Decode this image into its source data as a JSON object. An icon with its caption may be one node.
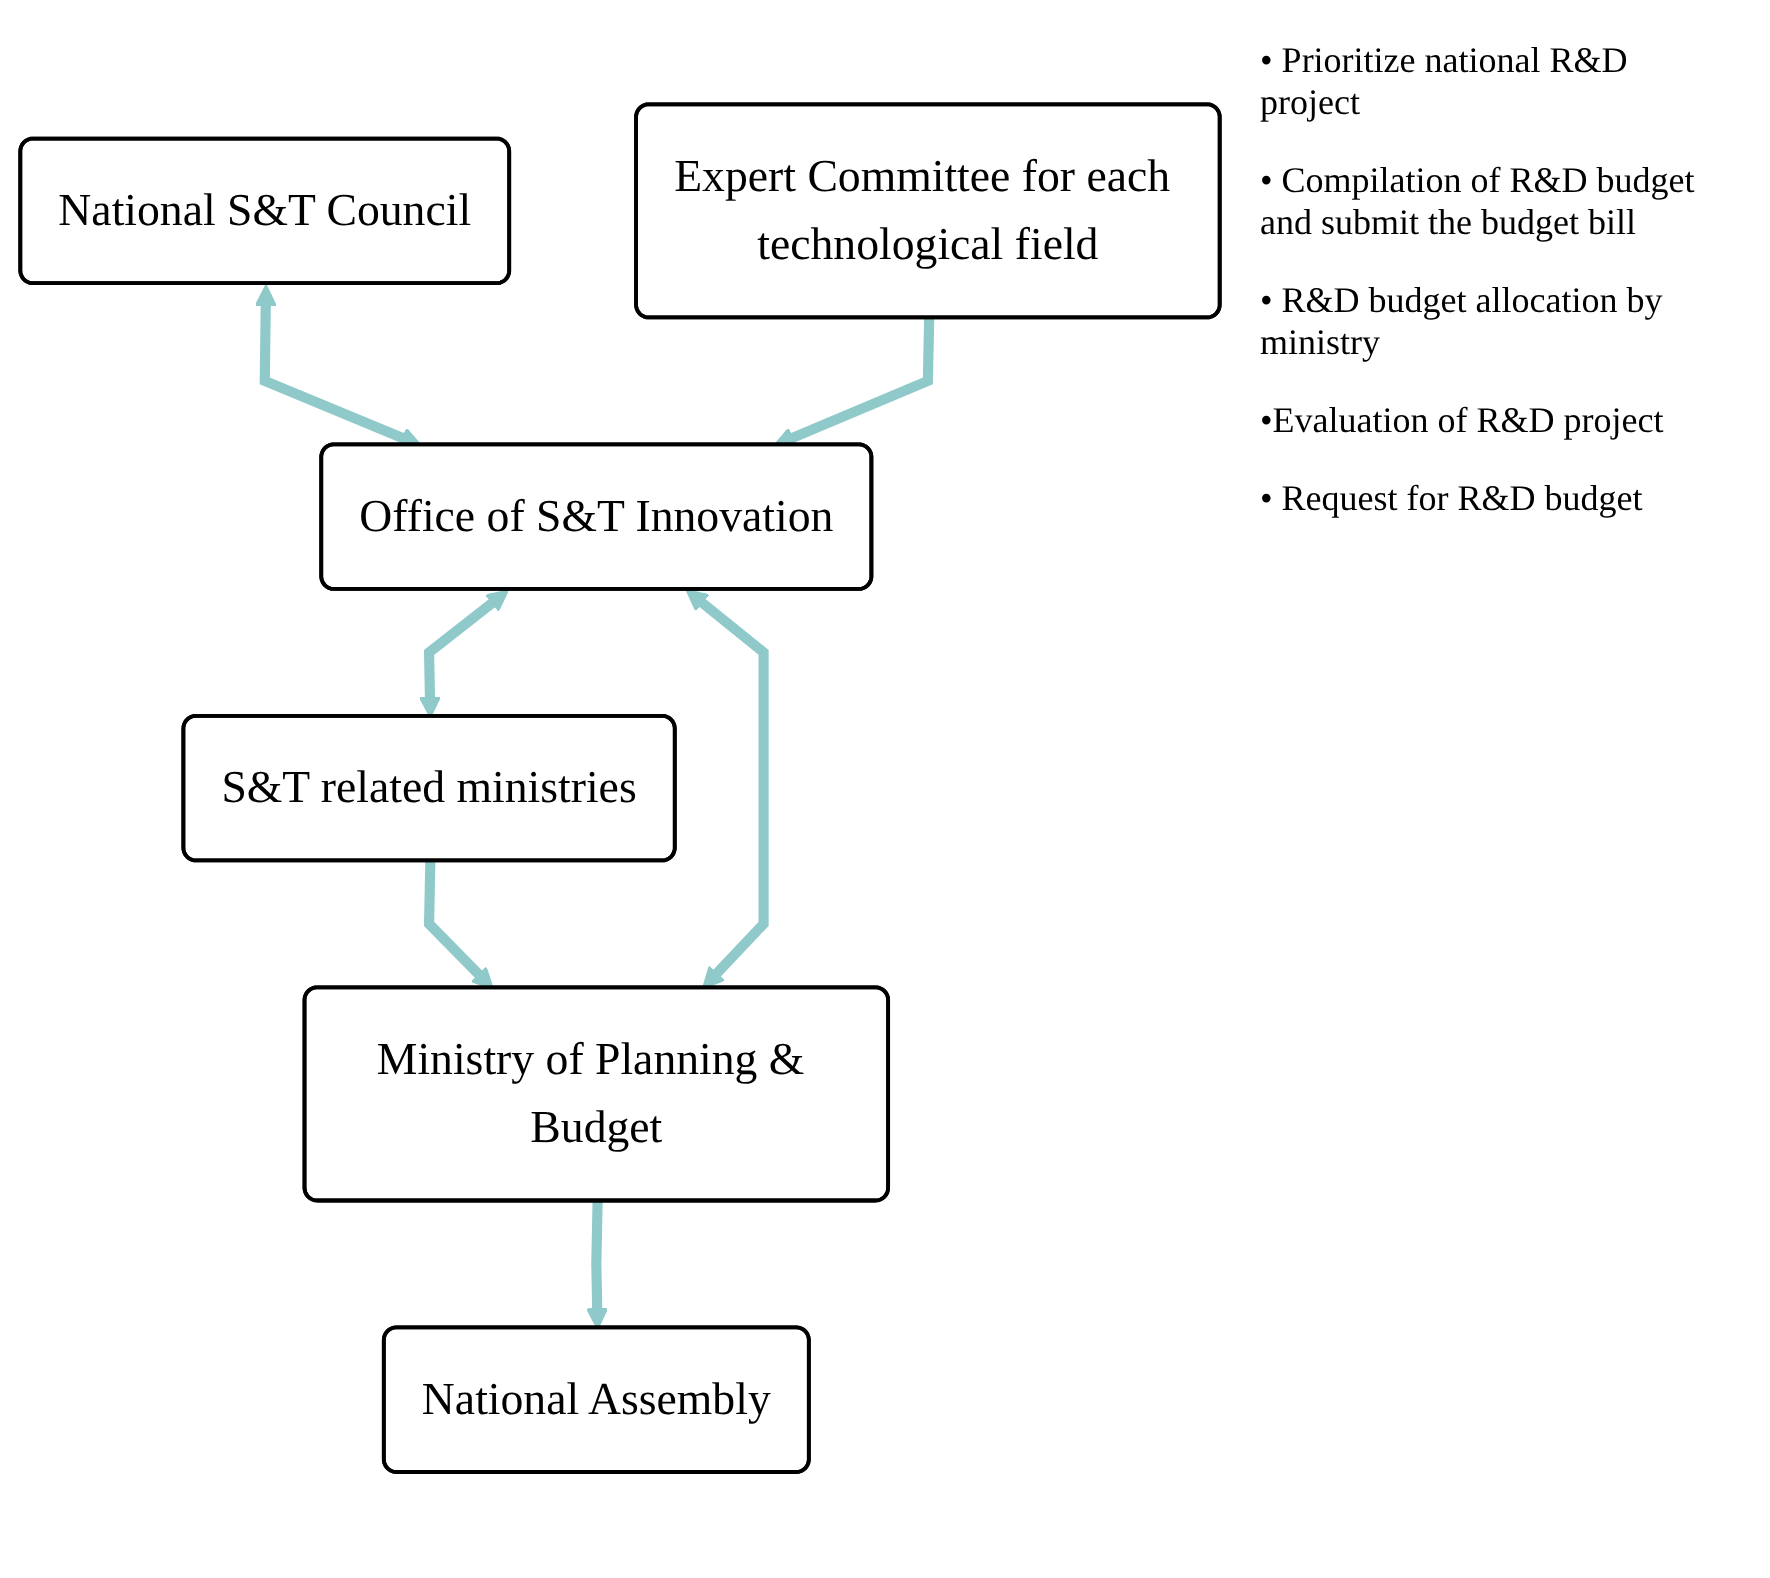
{
  "diagram": {
    "nodes": [
      {
        "text": [
          "National S&T Council"
        ]
      },
      {
        "text": [
          "Ministry of Planning & Budget"
        ]
      },
      {
        "text": [
          "Office of S&T Innovation"
        ]
      },
      {
        "text": [
          "Expert Committee for each technological field"
        ]
      },
      {
        "text": [
          "National Assembly"
        ]
      },
      {
        "text": [
          "S&T related ministries"
        ]
      }
    ],
    "edges": [
      {
        "from": 0,
        "to": 2,
        "arrow": "both"
      },
      {
        "from": 1,
        "to": 2,
        "arrow": "both"
      },
      {
        "from": 3,
        "to": 2,
        "arrow": "to"
      },
      {
        "from": 1,
        "to": 4,
        "arrow": "to"
      },
      {
        "from": 5,
        "to": 1,
        "arrow": "to"
      },
      {
        "from": 2,
        "to": 5,
        "arrow": "both"
      }
    ],
    "labels": [
      "• Prioritize national R&D project",
      "• Compilation of R&D budget and submit the budget bill",
      "• R&D budget allocation by ministry",
      "•Evaluation of R&D project",
      "• Request for R&D budget"
    ]
  }
}
